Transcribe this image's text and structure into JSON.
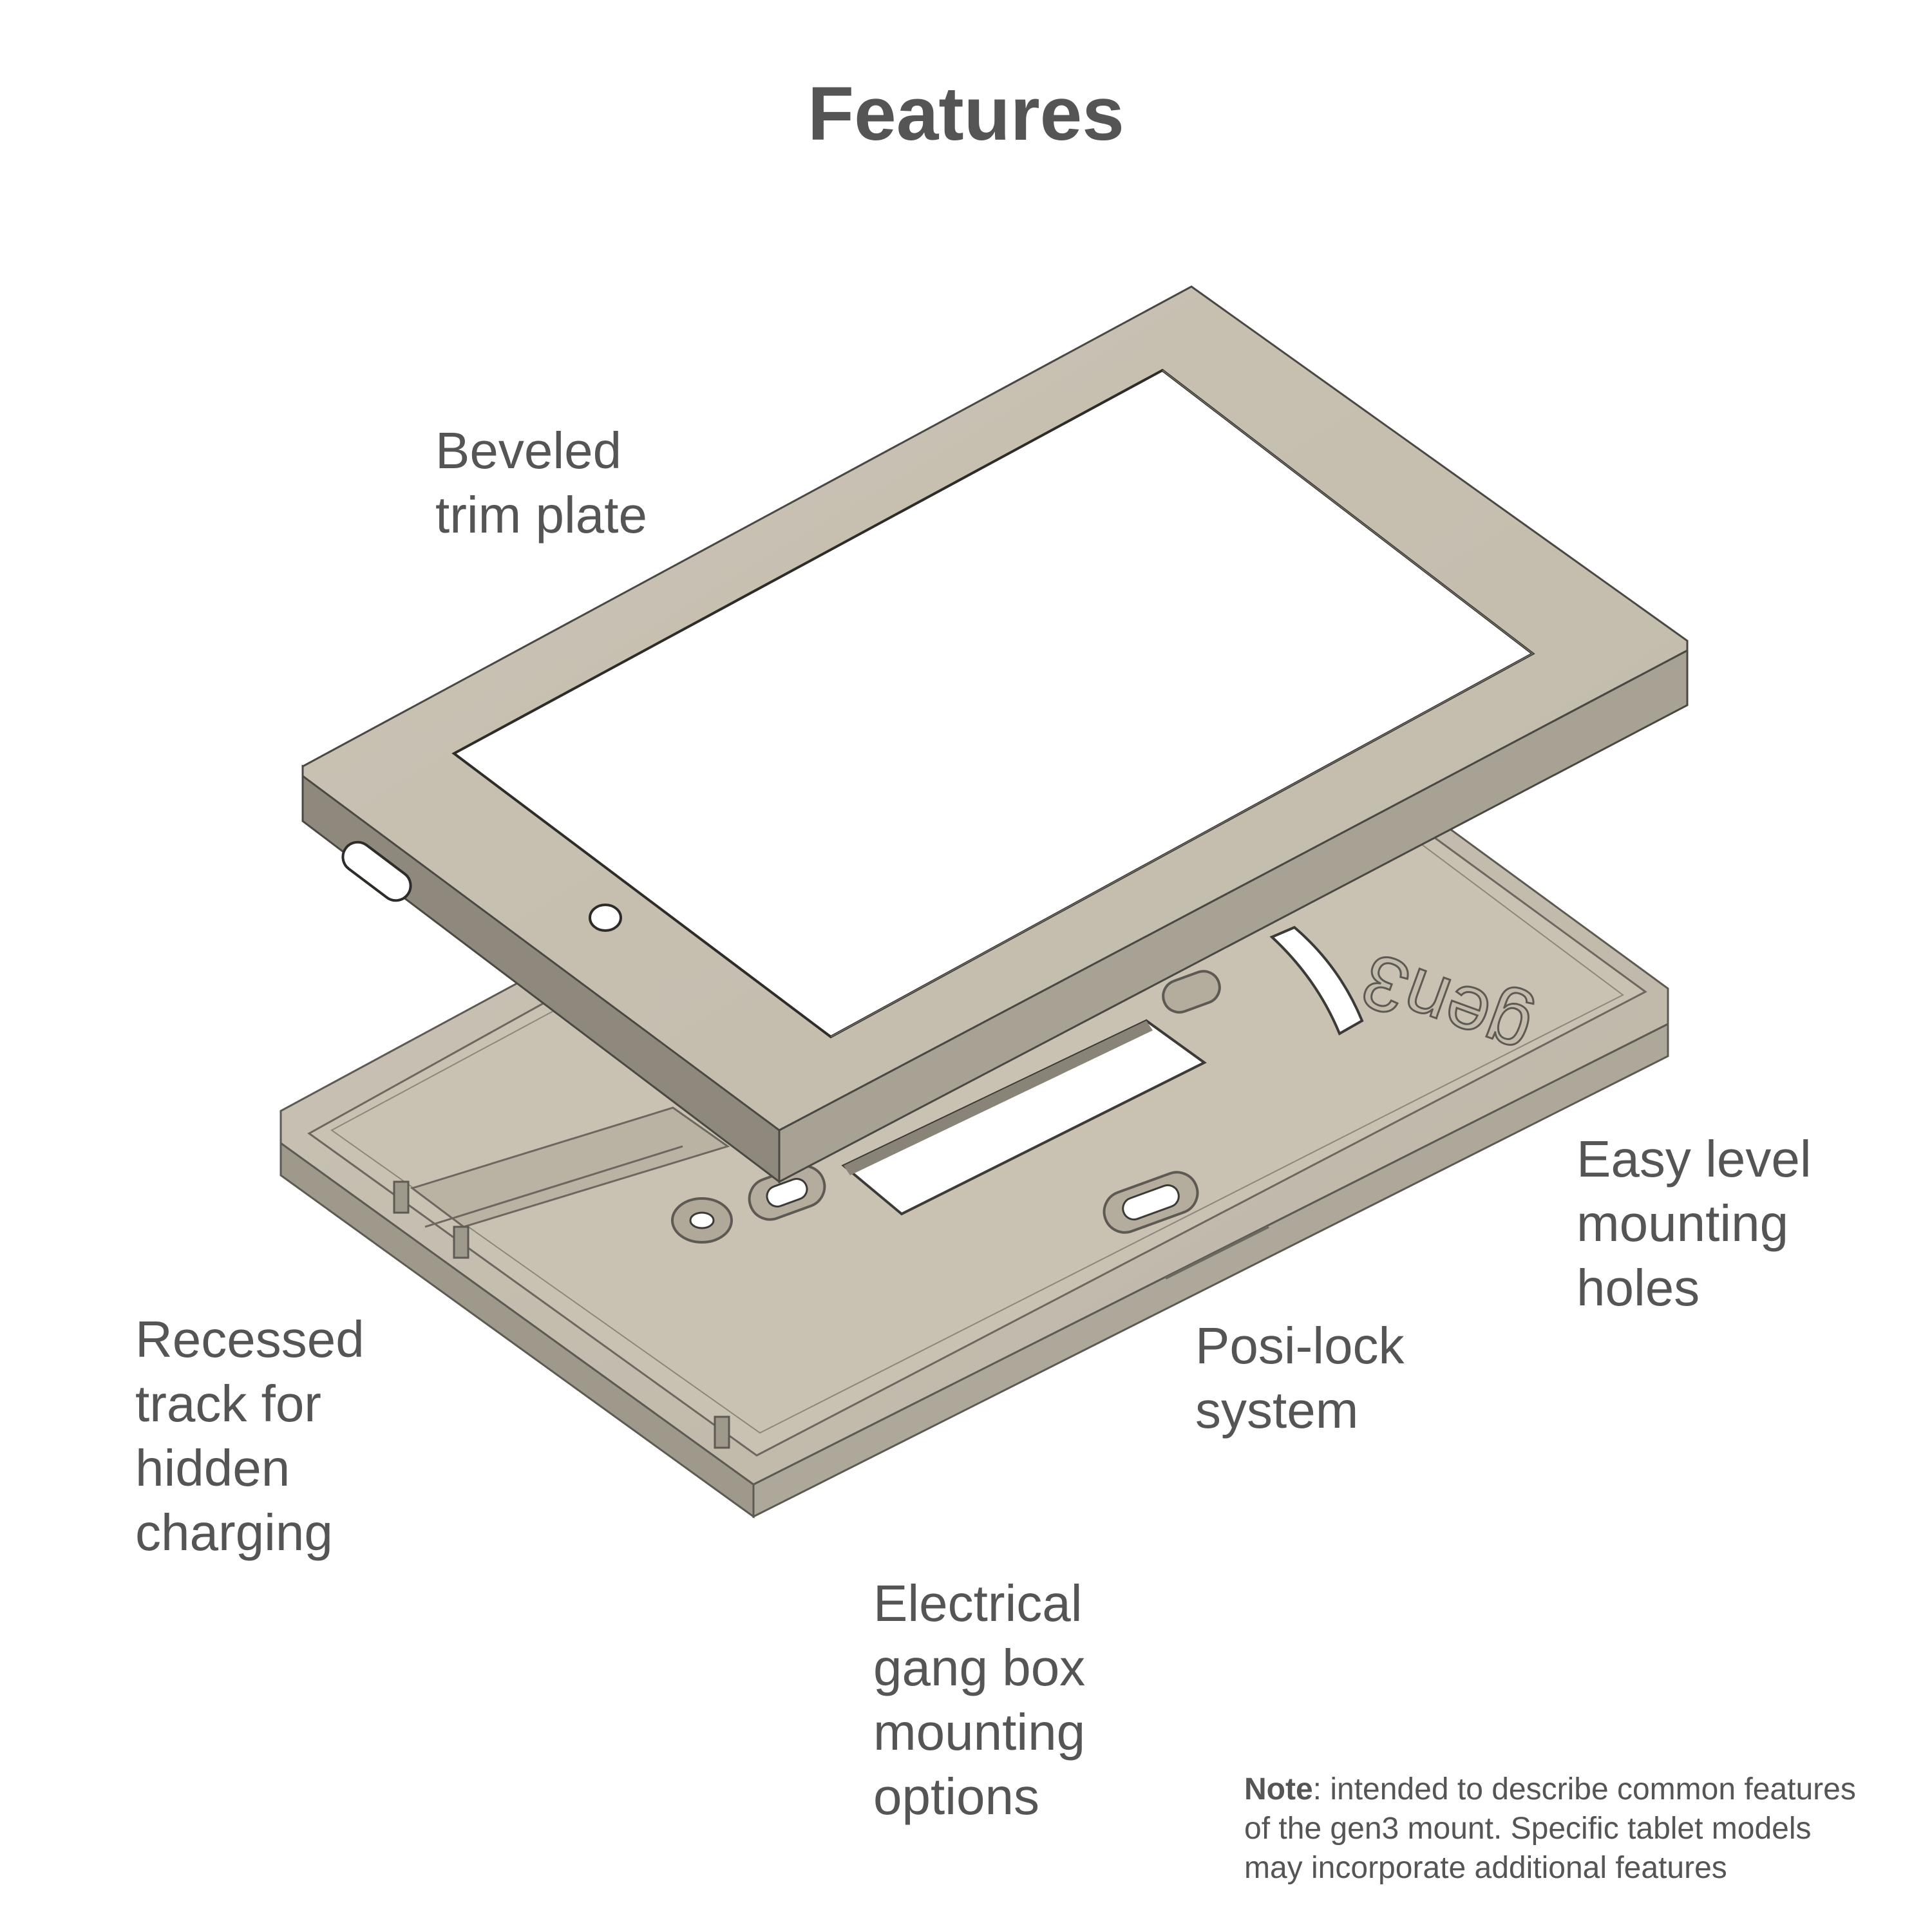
{
  "title": "Features",
  "callouts": {
    "trim_plate": [
      "Beveled",
      "trim plate"
    ],
    "level_holes": [
      "Easy level",
      "mounting",
      "holes"
    ],
    "posi_lock": [
      "Posi-lock",
      "system"
    ],
    "recessed_track": [
      "Recessed",
      "track for",
      "hidden",
      "charging"
    ],
    "gang_box": [
      "Electrical",
      "gang box",
      "mounting",
      "options"
    ]
  },
  "note": {
    "label": "Note",
    "line1": ": intended to describe common features",
    "line2": "of the gen3 mount.  Specific tablet models",
    "line3": "may incorporate additional features"
  },
  "engraving": "gen3",
  "colors": {
    "text": "#555555",
    "part_top": "#c7c0b1",
    "part_side": "#9c9688",
    "part_dark": "#8a8478",
    "background": "#ffffff"
  }
}
